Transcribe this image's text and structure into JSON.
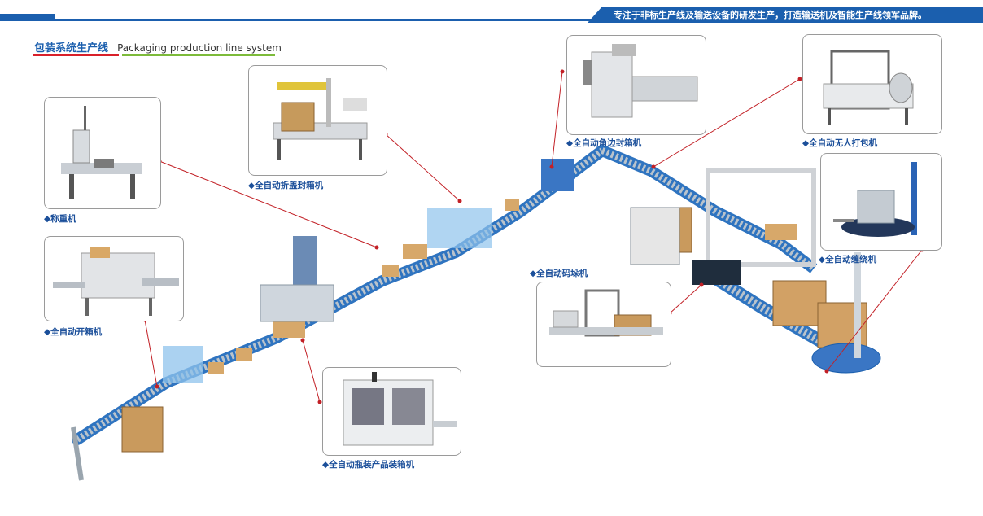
{
  "header": {
    "slogan": "专注于非标生产线及输送设备的研发生产，打造输送机及智能生产线领军品牌。",
    "section_title_cn": "包装系统生产线",
    "section_title_en": "Packaging production line system"
  },
  "machines": {
    "weighing": "◆称重机",
    "carton_erecting": "◆全自动开箱机",
    "flap_sealing": "◆全自动折盖封箱机",
    "bottle_packing": "◆全自动瓶装产品装箱机",
    "corner_sealing": "◆全自动角边封箱机",
    "strapping": "◆全自动无人打包机",
    "palletizing": "◆全自动码垛机",
    "wrapping": "◆全自动缠绕机"
  },
  "colors": {
    "brand_blue": "#1b5fae",
    "accent_red": "#d9202a",
    "accent_green": "#7dbb3a"
  }
}
